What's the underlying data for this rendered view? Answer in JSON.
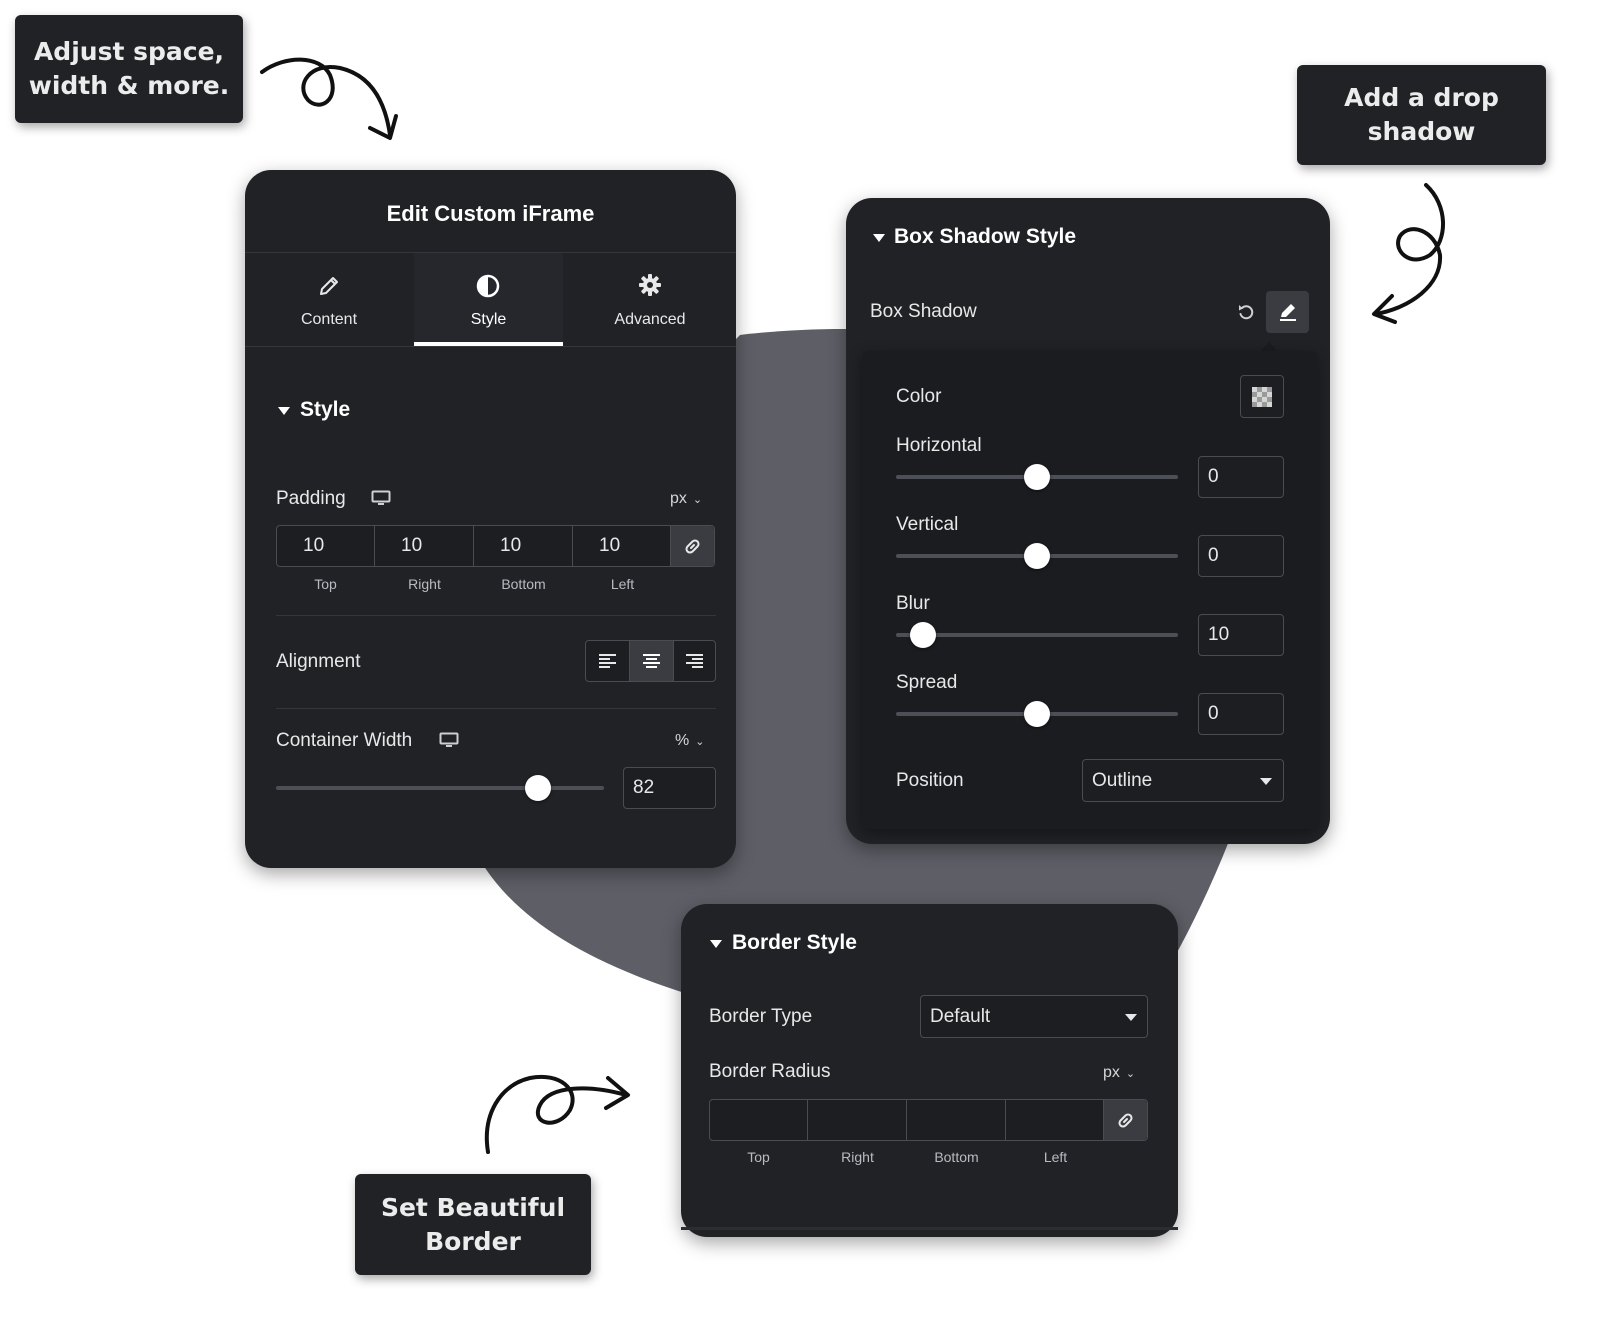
{
  "callouts": {
    "space": "Adjust space,\nwidth & more.",
    "shadow": "Add a drop\nshadow",
    "border": "Set Beautiful\nBorder"
  },
  "iframe_panel": {
    "title": "Edit Custom iFrame",
    "tabs": [
      {
        "label": "Content",
        "icon": "pencil-icon"
      },
      {
        "label": "Style",
        "icon": "contrast-icon"
      },
      {
        "label": "Advanced",
        "icon": "gear-icon"
      }
    ],
    "active_tab": "Style",
    "section_title": "Style",
    "padding": {
      "label": "Padding",
      "unit": "px",
      "values": [
        "10",
        "10",
        "10",
        "10"
      ],
      "sides": [
        "Top",
        "Right",
        "Bottom",
        "Left"
      ]
    },
    "alignment": {
      "label": "Alignment",
      "options": [
        "left",
        "center",
        "right"
      ],
      "selected": "center"
    },
    "container_width": {
      "label": "Container Width",
      "unit": "%",
      "value": "82"
    }
  },
  "box_shadow_panel": {
    "section_title": "Box Shadow Style",
    "box_shadow_label": "Box Shadow",
    "color_label": "Color",
    "controls": [
      {
        "label": "Horizontal",
        "value": "0"
      },
      {
        "label": "Vertical",
        "value": "0"
      },
      {
        "label": "Blur",
        "value": "10"
      },
      {
        "label": "Spread",
        "value": "0"
      }
    ],
    "position": {
      "label": "Position",
      "value": "Outline"
    }
  },
  "border_panel": {
    "section_title": "Border Style",
    "border_type": {
      "label": "Border Type",
      "value": "Default"
    },
    "border_radius": {
      "label": "Border Radius",
      "unit": "px",
      "sides": [
        "Top",
        "Right",
        "Bottom",
        "Left"
      ]
    }
  },
  "colors": {
    "panel": "#212226",
    "blob": "#5d5e66",
    "accent": "#ffffff"
  }
}
